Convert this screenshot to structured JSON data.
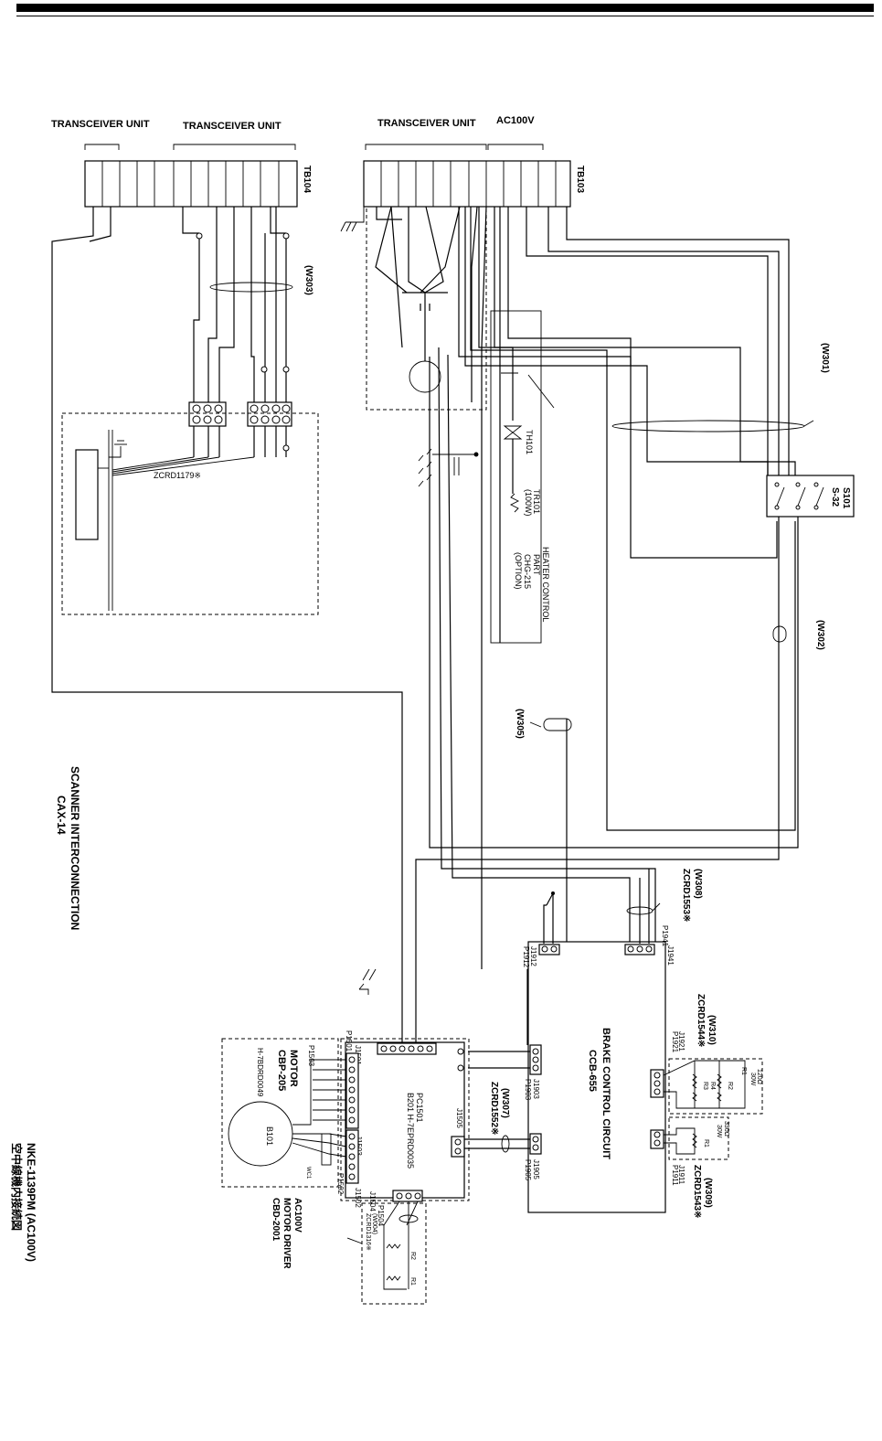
{
  "terminal_blocks": {
    "tb104": "TB104",
    "tb103": "TB103",
    "transceiver_unit_1": "TRANSCEIVER UNIT",
    "transceiver_unit_2": "TRANSCEIVER UNIT",
    "transceiver_unit_3": "TRANSCEIVER UNIT",
    "ac100v": "AC100V"
  },
  "cables": {
    "w303": "(W303)",
    "w301": "(W301)",
    "w302": "(W302)",
    "w305": "(W305)",
    "w308": "(W308)",
    "w308_code": "ZCRD1553※",
    "w310": "(W310)",
    "w310_code": "ZCRD1544※",
    "w307": "(W307)",
    "w307_code": "ZCRD1552※",
    "w309": "(W309)",
    "w309_code": "ZCRD1543※",
    "zcrd1179": "ZCRD1179※",
    "w004": "(W004)",
    "w004_code": "ZCRD1316※",
    "wc1": "WC1"
  },
  "heater": {
    "th101": "TH101",
    "tr101": "TR101",
    "tr101_rating": "(100W)",
    "title": "HEATER CONTROL",
    "part": "PART",
    "model": "CHG-215",
    "option": "(OPTION)"
  },
  "switch": {
    "ref": "S101",
    "model": "S-32"
  },
  "title_block": {
    "line1": "SCANNER INTERCONNECTION",
    "line2": "CAX-14"
  },
  "brake": {
    "line1": "BRAKE CONTROL CIRCUIT",
    "line2": "CCB-655",
    "connectors": [
      "J1941",
      "P1941",
      "J1912",
      "P1912",
      "J1921",
      "P1921",
      "J1903",
      "P1903",
      "J1905",
      "P1905",
      "J1911",
      "P1911"
    ]
  },
  "resistors_a": {
    "value": "120Ω",
    "rating": "30W",
    "labels": [
      "R1",
      "R2",
      "R3",
      "R4"
    ]
  },
  "resistors_b": {
    "value": "330Ω",
    "rating": "30W",
    "labels": [
      "R1"
    ]
  },
  "motor": {
    "line1": "MOTOR",
    "line2": "CBP-205",
    "part": "H-7BDRD0049",
    "ref": "B101",
    "p1503": "P1503"
  },
  "driver": {
    "pcb": "PC1501",
    "pcb_part": "B201 H-7EPRD0035",
    "line1": "AC100V",
    "line2": "MOTOR DRIVER",
    "line3": "CBD-2001",
    "connectors": [
      "P1501",
      "J1501",
      "J1503",
      "J1502",
      "P1502",
      "J1504",
      "P1504",
      "J1505"
    ]
  },
  "driver_resistors": [
    "R2",
    "R1"
  ],
  "model_title": {
    "line1": "NKE-1139PM (AC100V)",
    "line2": "空中線機内接続図"
  }
}
